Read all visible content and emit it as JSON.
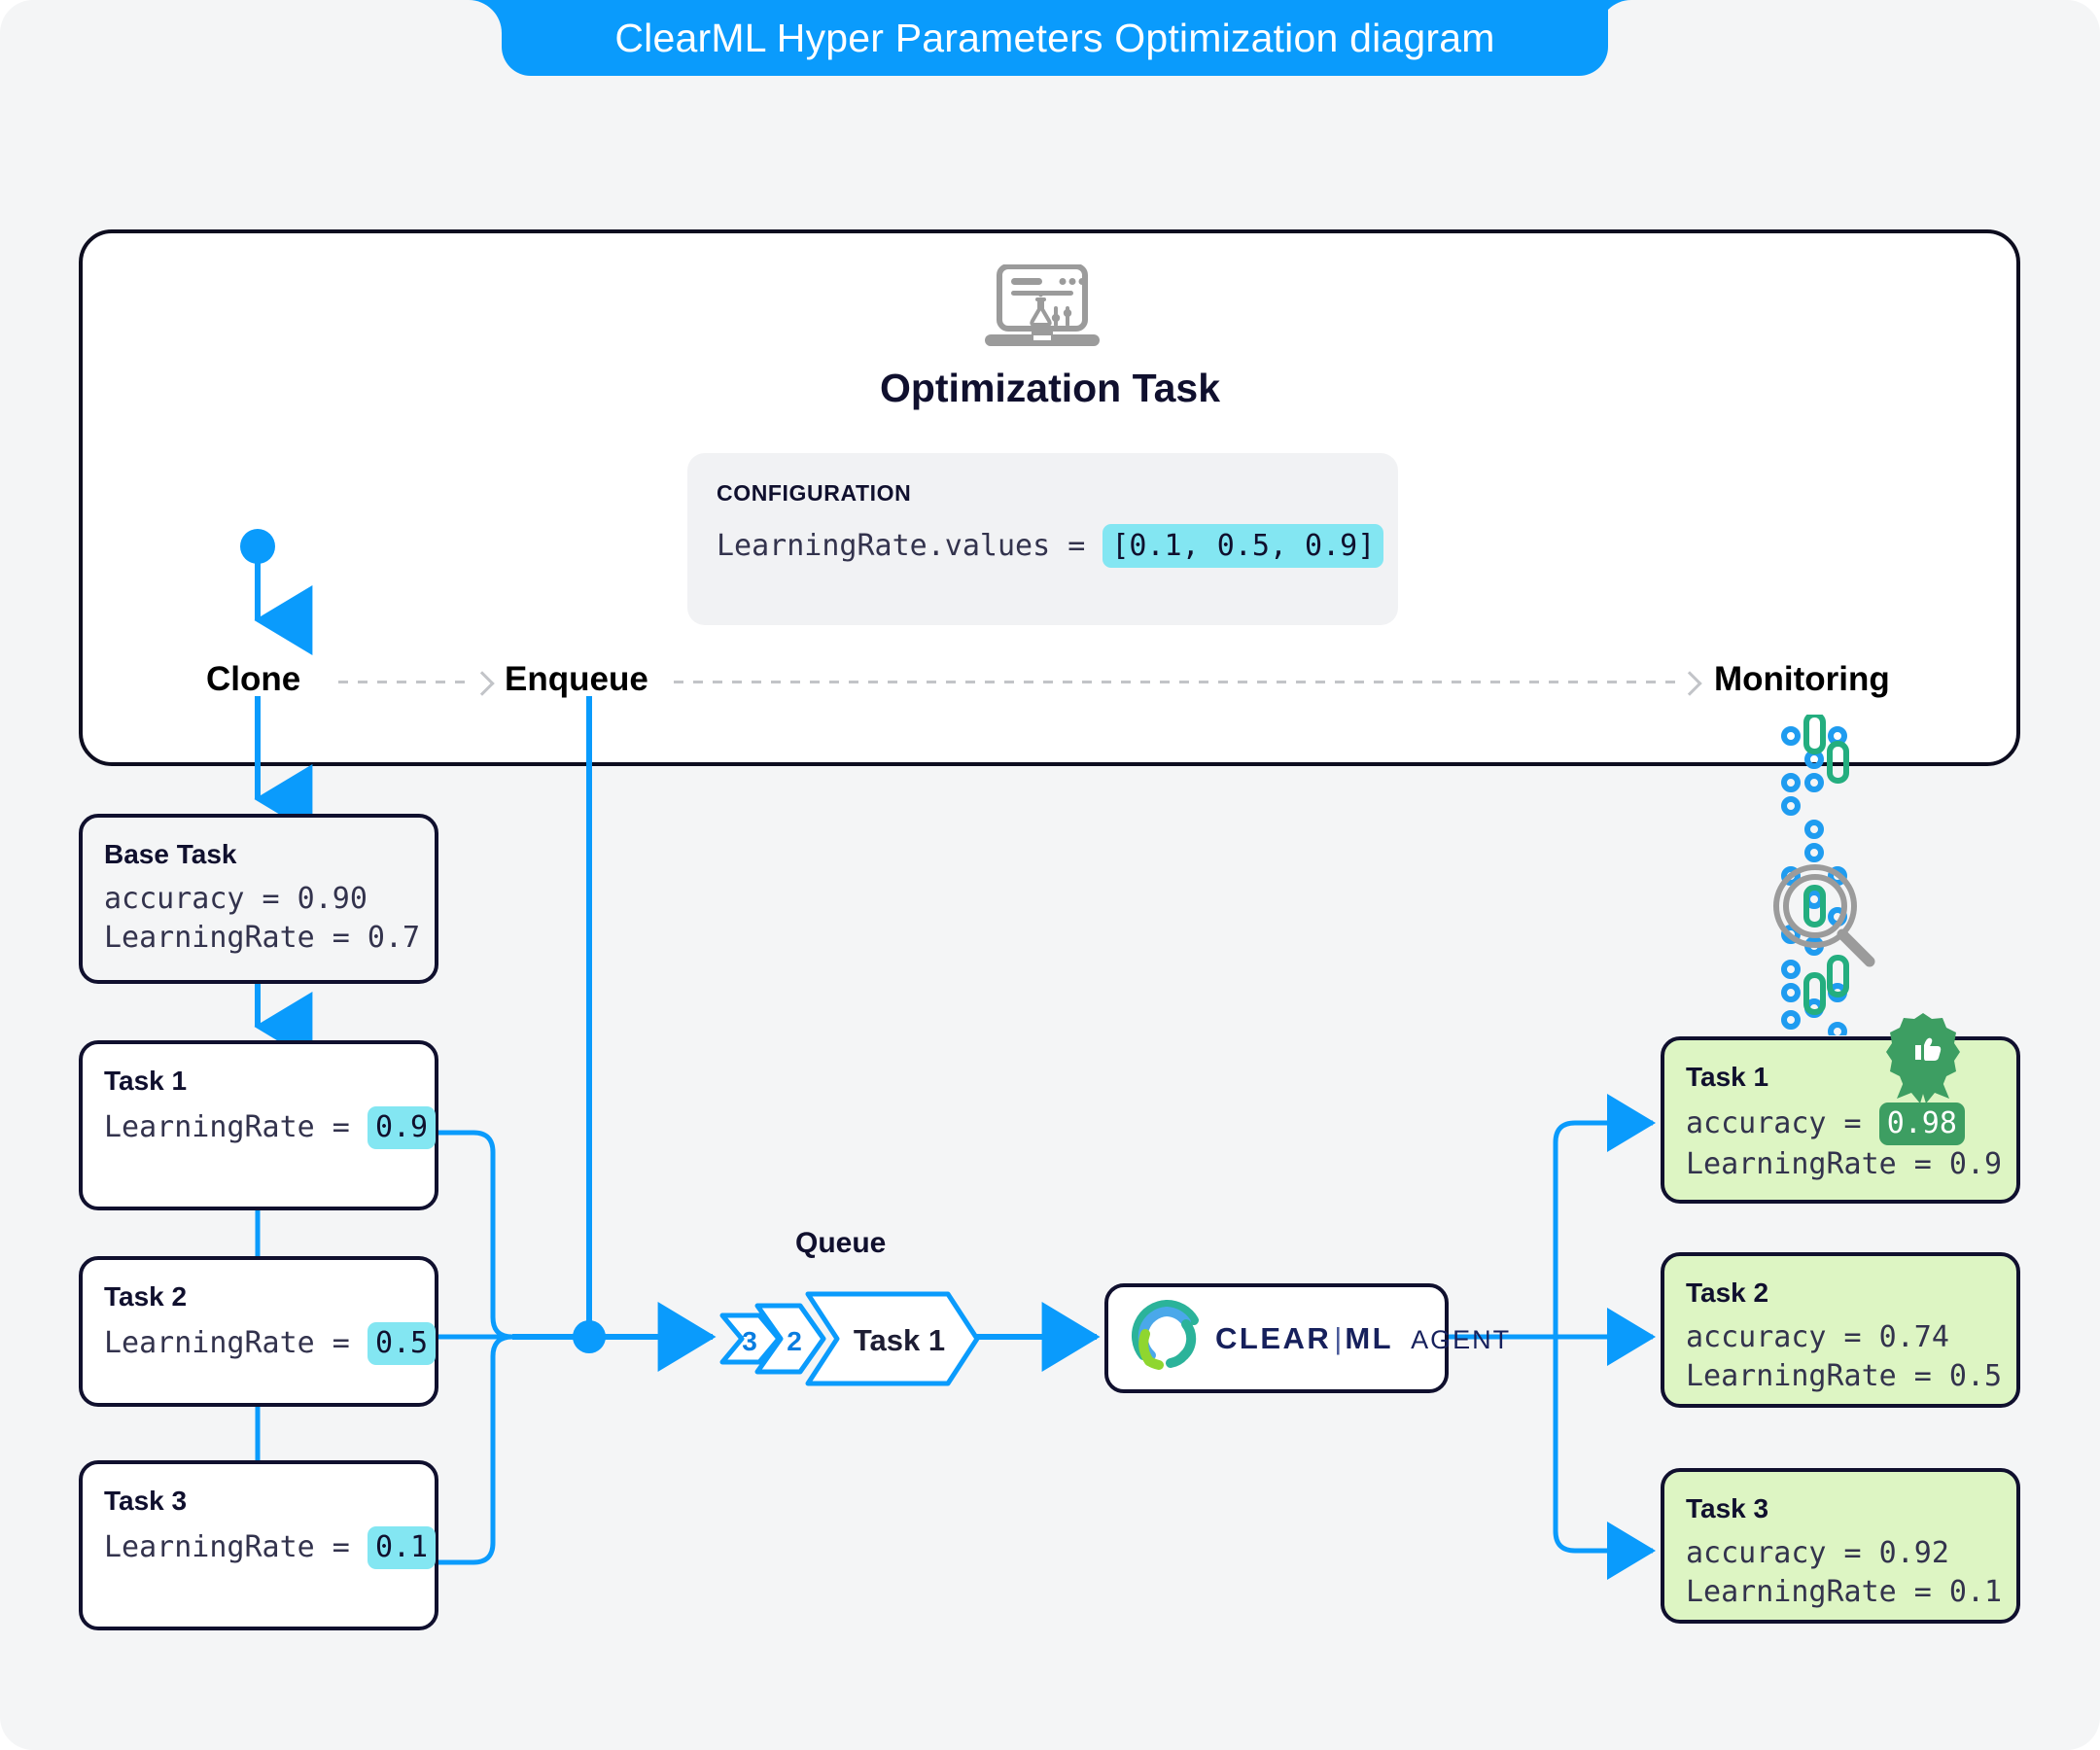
{
  "header": {
    "title": "ClearML Hyper Parameters Optimization diagram"
  },
  "optimization_panel": {
    "icon": "laptop-experiment-icon",
    "title": "Optimization Task",
    "configuration": {
      "label": "CONFIGURATION",
      "expression_prefix": "LearningRate.values = ",
      "values": "[0.1, 0.5, 0.9]"
    }
  },
  "stages": [
    {
      "label": "Clone"
    },
    {
      "label": "Enqueue"
    },
    {
      "label": "Monitoring"
    }
  ],
  "source_tasks": [
    {
      "title": "Base Task",
      "lines": [
        {
          "prefix": "accuracy = 0.90",
          "highlight": ""
        },
        {
          "prefix": "LearningRate = 0.7",
          "highlight": ""
        }
      ]
    },
    {
      "title": "Task 1",
      "lines": [
        {
          "prefix": "LearningRate = ",
          "highlight": "0.9"
        }
      ]
    },
    {
      "title": "Task 2",
      "lines": [
        {
          "prefix": "LearningRate = ",
          "highlight": "0.5"
        }
      ]
    },
    {
      "title": "Task 3",
      "lines": [
        {
          "prefix": "LearningRate = ",
          "highlight": "0.1"
        }
      ]
    }
  ],
  "queue": {
    "label": "Queue",
    "pending": [
      "3",
      "2"
    ],
    "front_task": "Task 1"
  },
  "agent": {
    "logo": "clearml-logo",
    "wordmark_clear": "CLEAR",
    "wordmark_separator": "|",
    "wordmark_ml": "ML",
    "wordmark_agent": "AGENT"
  },
  "results": [
    {
      "title": "Task 1",
      "badge": "award-ribbon-icon",
      "accuracy_prefix": "accuracy = ",
      "accuracy_value": "0.98",
      "accuracy_highlighted": true,
      "learning_rate": "LearningRate = 0.9"
    },
    {
      "title": "Task 2",
      "badge": "",
      "accuracy_prefix": "accuracy = 0.74",
      "accuracy_value": "",
      "accuracy_highlighted": false,
      "learning_rate": "LearningRate = 0.5"
    },
    {
      "title": "Task 3",
      "badge": "",
      "accuracy_prefix": "accuracy = 0.92",
      "accuracy_value": "",
      "accuracy_highlighted": false,
      "learning_rate": "LearningRate = 0.1"
    }
  ],
  "monitoring_decoration": {
    "icon": "magnifier-icon",
    "dot_color": "#1f9cf0",
    "bar_color": "#24ae7f"
  },
  "colors": {
    "accent_blue": "#0a9bfc",
    "highlight_cyan": "#83e6f2",
    "highlight_green": "#3d9e62",
    "result_bg": "#ddf5c3",
    "ink": "#10102e",
    "canvas_bg": "#f4f5f6"
  }
}
